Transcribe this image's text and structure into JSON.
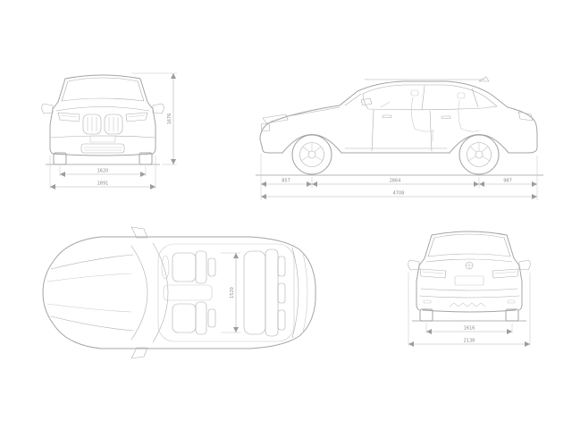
{
  "canvas": {
    "background": "#ffffff",
    "line_color": "#a4a4a4",
    "dimension_color": "#b4b4b4",
    "label_color": "#8a8a8a"
  },
  "views": {
    "front": {
      "dimensions": {
        "track_width": "1620",
        "overall_width": "1891",
        "overall_height": "1676"
      }
    },
    "side": {
      "dimensions": {
        "front_overhang": "857",
        "wheelbase": "2864",
        "rear_overhang": "987",
        "overall_length": "4708"
      }
    },
    "top": {
      "dimensions": {
        "cabin_width": "1520"
      }
    },
    "rear": {
      "dimensions": {
        "track_width": "1616",
        "width_incl_mirrors": "2138"
      }
    }
  }
}
